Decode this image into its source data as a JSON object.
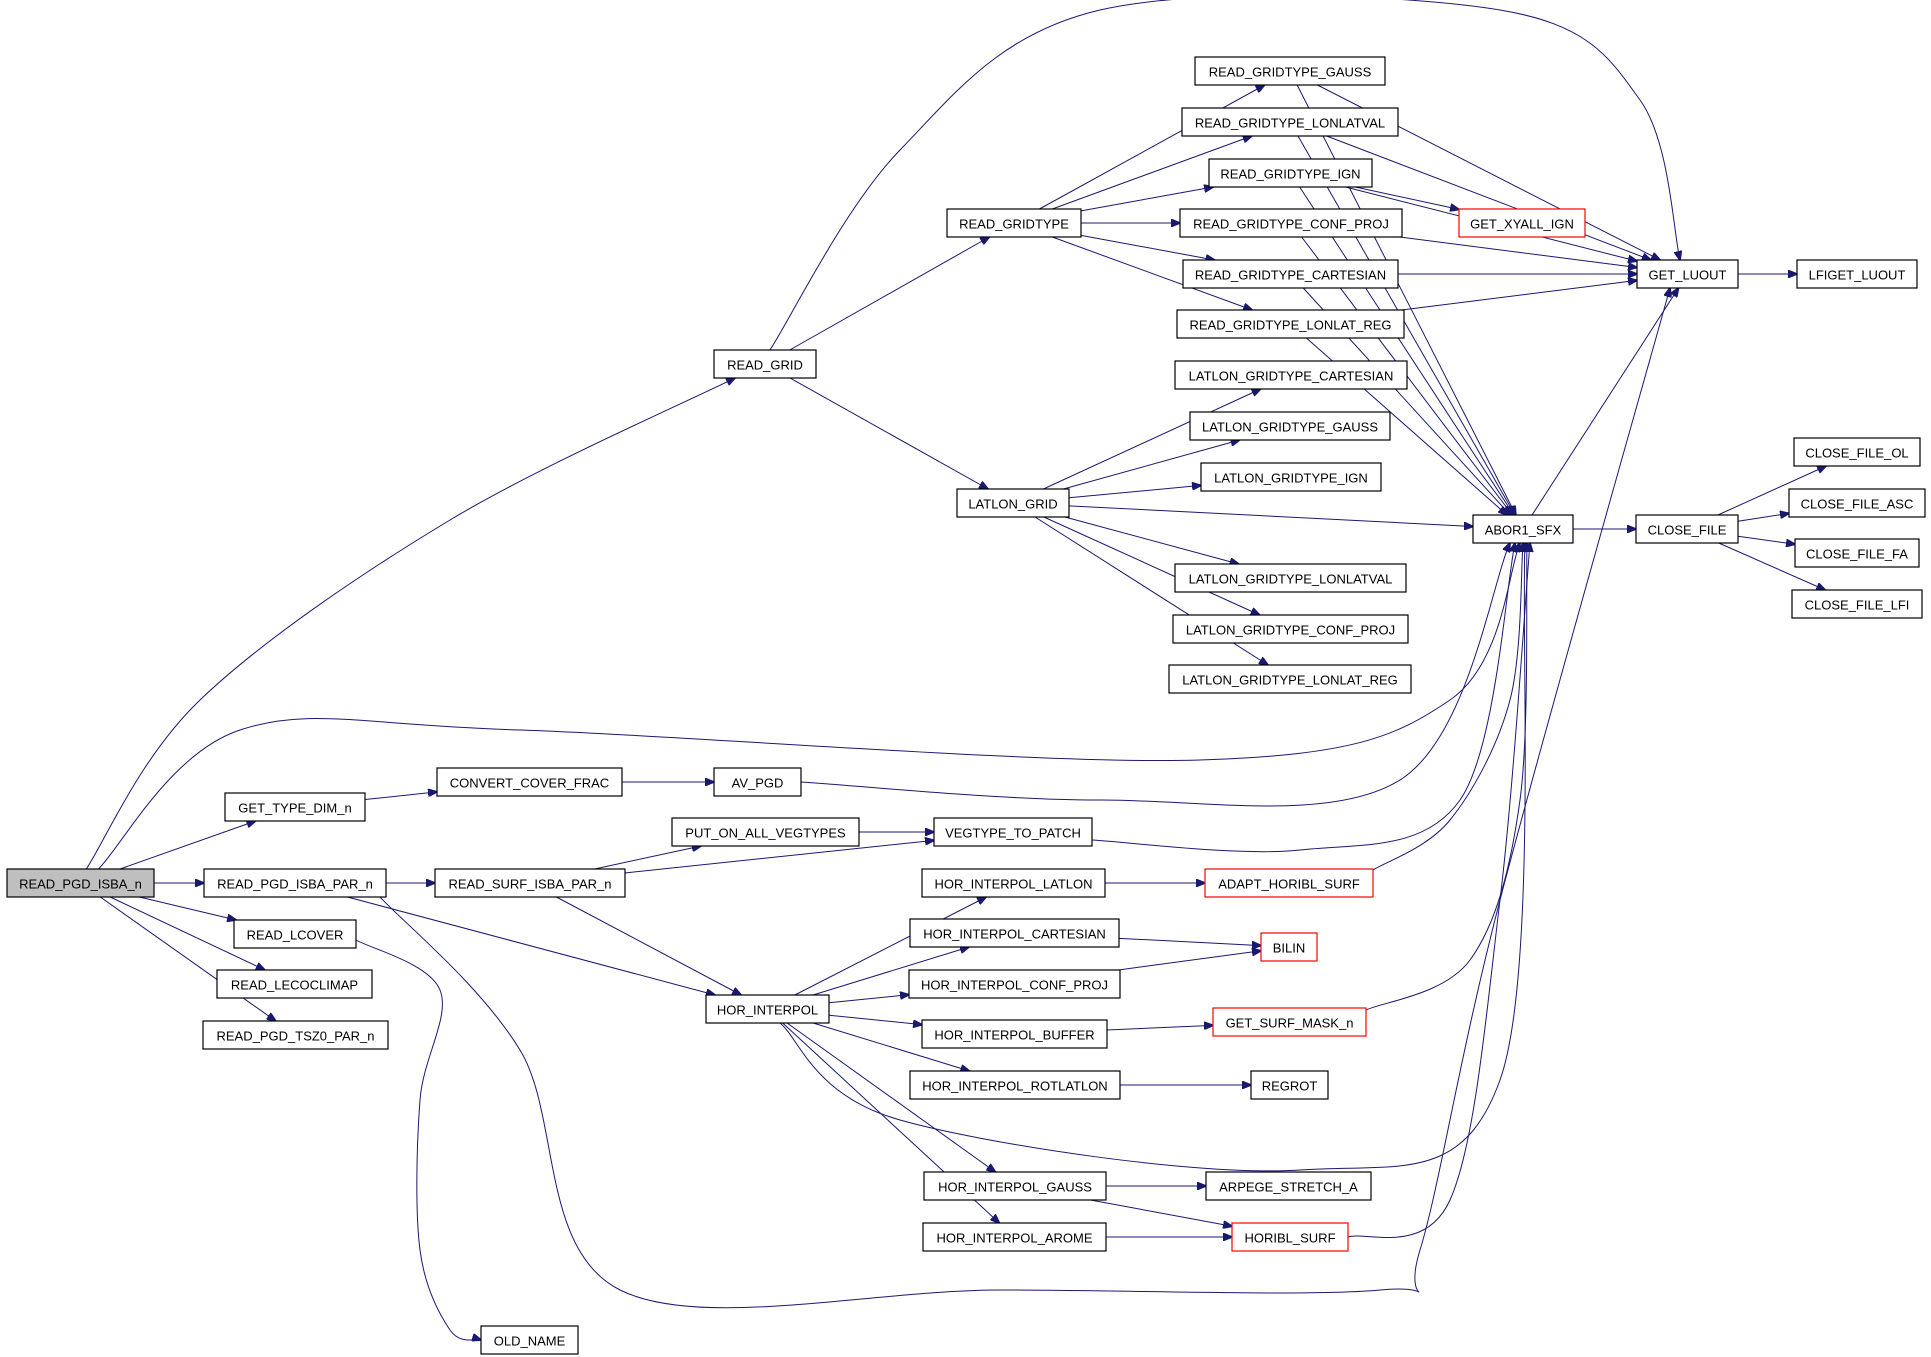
{
  "diagram": {
    "nodes": [
      {
        "id": "READ_PGD_ISBA_n",
        "label": "READ_PGD_ISBA_n",
        "style": "gray"
      },
      {
        "id": "READ_GRID",
        "label": "READ_GRID"
      },
      {
        "id": "GET_TYPE_DIM_n",
        "label": "GET_TYPE_DIM_n"
      },
      {
        "id": "READ_PGD_ISBA_PAR_n",
        "label": "READ_PGD_ISBA_PAR_n"
      },
      {
        "id": "READ_LCOVER",
        "label": "READ_LCOVER"
      },
      {
        "id": "READ_LECOCLIMAP",
        "label": "READ_LECOCLIMAP"
      },
      {
        "id": "READ_PGD_TSZ0_PAR_n",
        "label": "READ_PGD_TSZ0_PAR_n"
      },
      {
        "id": "CONVERT_COVER_FRAC",
        "label": "CONVERT_COVER_FRAC"
      },
      {
        "id": "READ_SURF_ISBA_PAR_n",
        "label": "READ_SURF_ISBA_PAR_n"
      },
      {
        "id": "OLD_NAME",
        "label": "OLD_NAME"
      },
      {
        "id": "PUT_ON_ALL_VEGTYPES",
        "label": "PUT_ON_ALL_VEGTYPES"
      },
      {
        "id": "AV_PGD",
        "label": "AV_PGD"
      },
      {
        "id": "HOR_INTERPOL",
        "label": "HOR_INTERPOL"
      },
      {
        "id": "READ_GRIDTYPE",
        "label": "READ_GRIDTYPE"
      },
      {
        "id": "LATLON_GRID",
        "label": "LATLON_GRID"
      },
      {
        "id": "VEGTYPE_TO_PATCH",
        "label": "VEGTYPE_TO_PATCH"
      },
      {
        "id": "HOR_INTERPOL_LATLON",
        "label": "HOR_INTERPOL_LATLON"
      },
      {
        "id": "HOR_INTERPOL_CARTESIAN",
        "label": "HOR_INTERPOL_CARTESIAN"
      },
      {
        "id": "HOR_INTERPOL_CONF_PROJ",
        "label": "HOR_INTERPOL_CONF_PROJ"
      },
      {
        "id": "HOR_INTERPOL_BUFFER",
        "label": "HOR_INTERPOL_BUFFER"
      },
      {
        "id": "HOR_INTERPOL_ROTLATLON",
        "label": "HOR_INTERPOL_ROTLATLON"
      },
      {
        "id": "HOR_INTERPOL_GAUSS",
        "label": "HOR_INTERPOL_GAUSS"
      },
      {
        "id": "HOR_INTERPOL_AROME",
        "label": "HOR_INTERPOL_AROME"
      },
      {
        "id": "READ_GRIDTYPE_GAUSS",
        "label": "READ_GRIDTYPE_GAUSS"
      },
      {
        "id": "READ_GRIDTYPE_LONLATVAL",
        "label": "READ_GRIDTYPE_LONLATVAL"
      },
      {
        "id": "READ_GRIDTYPE_IGN",
        "label": "READ_GRIDTYPE_IGN"
      },
      {
        "id": "READ_GRIDTYPE_CONF_PROJ",
        "label": "READ_GRIDTYPE_CONF_PROJ"
      },
      {
        "id": "READ_GRIDTYPE_CARTESIAN",
        "label": "READ_GRIDTYPE_CARTESIAN"
      },
      {
        "id": "READ_GRIDTYPE_LONLAT_REG",
        "label": "READ_GRIDTYPE_LONLAT_REG"
      },
      {
        "id": "LATLON_GRIDTYPE_CARTESIAN",
        "label": "LATLON_GRIDTYPE_CARTESIAN"
      },
      {
        "id": "LATLON_GRIDTYPE_GAUSS",
        "label": "LATLON_GRIDTYPE_GAUSS"
      },
      {
        "id": "LATLON_GRIDTYPE_IGN",
        "label": "LATLON_GRIDTYPE_IGN"
      },
      {
        "id": "LATLON_GRIDTYPE_LONLATVAL",
        "label": "LATLON_GRIDTYPE_LONLATVAL"
      },
      {
        "id": "LATLON_GRIDTYPE_CONF_PROJ",
        "label": "LATLON_GRIDTYPE_CONF_PROJ"
      },
      {
        "id": "LATLON_GRIDTYPE_LONLAT_REG",
        "label": "LATLON_GRIDTYPE_LONLAT_REG"
      },
      {
        "id": "ADAPT_HORIBL_SURF",
        "label": "ADAPT_HORIBL_SURF",
        "style": "red"
      },
      {
        "id": "BILIN",
        "label": "BILIN",
        "style": "red"
      },
      {
        "id": "GET_SURF_MASK_n",
        "label": "GET_SURF_MASK_n",
        "style": "red"
      },
      {
        "id": "REGROT",
        "label": "REGROT"
      },
      {
        "id": "ARPEGE_STRETCH_A",
        "label": "ARPEGE_STRETCH_A"
      },
      {
        "id": "HORIBL_SURF",
        "label": "HORIBL_SURF",
        "style": "red"
      },
      {
        "id": "GET_XYALL_IGN",
        "label": "GET_XYALL_IGN",
        "style": "red"
      },
      {
        "id": "ABOR1_SFX",
        "label": "ABOR1_SFX"
      },
      {
        "id": "GET_LUOUT",
        "label": "GET_LUOUT"
      },
      {
        "id": "CLOSE_FILE",
        "label": "CLOSE_FILE"
      },
      {
        "id": "LFIGET_LUOUT",
        "label": "LFIGET_LUOUT"
      },
      {
        "id": "CLOSE_FILE_OL",
        "label": "CLOSE_FILE_OL"
      },
      {
        "id": "CLOSE_FILE_ASC",
        "label": "CLOSE_FILE_ASC"
      },
      {
        "id": "CLOSE_FILE_FA",
        "label": "CLOSE_FILE_FA"
      },
      {
        "id": "CLOSE_FILE_LFI",
        "label": "CLOSE_FILE_LFI"
      }
    ],
    "edges": [
      [
        "READ_PGD_ISBA_n",
        "READ_GRID"
      ],
      [
        "READ_PGD_ISBA_n",
        "GET_TYPE_DIM_n"
      ],
      [
        "READ_PGD_ISBA_n",
        "READ_PGD_ISBA_PAR_n"
      ],
      [
        "READ_PGD_ISBA_n",
        "READ_LCOVER"
      ],
      [
        "READ_PGD_ISBA_n",
        "READ_LECOCLIMAP"
      ],
      [
        "READ_PGD_ISBA_n",
        "READ_PGD_TSZ0_PAR_n"
      ],
      [
        "READ_PGD_ISBA_n",
        "ABOR1_SFX"
      ],
      [
        "GET_TYPE_DIM_n",
        "CONVERT_COVER_FRAC"
      ],
      [
        "CONVERT_COVER_FRAC",
        "AV_PGD"
      ],
      [
        "AV_PGD",
        "ABOR1_SFX"
      ],
      [
        "READ_PGD_ISBA_PAR_n",
        "READ_SURF_ISBA_PAR_n"
      ],
      [
        "READ_PGD_ISBA_PAR_n",
        "HOR_INTERPOL"
      ],
      [
        "READ_PGD_ISBA_PAR_n",
        "GET_LUOUT"
      ],
      [
        "READ_SURF_ISBA_PAR_n",
        "PUT_ON_ALL_VEGTYPES"
      ],
      [
        "READ_SURF_ISBA_PAR_n",
        "VEGTYPE_TO_PATCH"
      ],
      [
        "READ_SURF_ISBA_PAR_n",
        "HOR_INTERPOL"
      ],
      [
        "PUT_ON_ALL_VEGTYPES",
        "VEGTYPE_TO_PATCH"
      ],
      [
        "VEGTYPE_TO_PATCH",
        "ABOR1_SFX"
      ],
      [
        "READ_LCOVER",
        "OLD_NAME"
      ],
      [
        "READ_GRID",
        "READ_GRIDTYPE"
      ],
      [
        "READ_GRID",
        "LATLON_GRID"
      ],
      [
        "READ_GRID",
        "GET_LUOUT"
      ],
      [
        "READ_GRIDTYPE",
        "READ_GRIDTYPE_GAUSS"
      ],
      [
        "READ_GRIDTYPE",
        "READ_GRIDTYPE_LONLATVAL"
      ],
      [
        "READ_GRIDTYPE",
        "READ_GRIDTYPE_IGN"
      ],
      [
        "READ_GRIDTYPE",
        "READ_GRIDTYPE_CONF_PROJ"
      ],
      [
        "READ_GRIDTYPE",
        "READ_GRIDTYPE_CARTESIAN"
      ],
      [
        "READ_GRIDTYPE",
        "READ_GRIDTYPE_LONLAT_REG"
      ],
      [
        "READ_GRIDTYPE_GAUSS",
        "GET_LUOUT"
      ],
      [
        "READ_GRIDTYPE_GAUSS",
        "ABOR1_SFX"
      ],
      [
        "READ_GRIDTYPE_LONLATVAL",
        "GET_LUOUT"
      ],
      [
        "READ_GRIDTYPE_LONLATVAL",
        "ABOR1_SFX"
      ],
      [
        "READ_GRIDTYPE_IGN",
        "GET_LUOUT"
      ],
      [
        "READ_GRIDTYPE_IGN",
        "GET_XYALL_IGN"
      ],
      [
        "READ_GRIDTYPE_IGN",
        "ABOR1_SFX"
      ],
      [
        "READ_GRIDTYPE_CONF_PROJ",
        "GET_LUOUT"
      ],
      [
        "READ_GRIDTYPE_CONF_PROJ",
        "ABOR1_SFX"
      ],
      [
        "READ_GRIDTYPE_CARTESIAN",
        "GET_LUOUT"
      ],
      [
        "READ_GRIDTYPE_CARTESIAN",
        "ABOR1_SFX"
      ],
      [
        "READ_GRIDTYPE_LONLAT_REG",
        "GET_LUOUT"
      ],
      [
        "READ_GRIDTYPE_LONLAT_REG",
        "ABOR1_SFX"
      ],
      [
        "LATLON_GRID",
        "LATLON_GRIDTYPE_CARTESIAN"
      ],
      [
        "LATLON_GRID",
        "LATLON_GRIDTYPE_GAUSS"
      ],
      [
        "LATLON_GRID",
        "LATLON_GRIDTYPE_IGN"
      ],
      [
        "LATLON_GRID",
        "ABOR1_SFX"
      ],
      [
        "LATLON_GRID",
        "LATLON_GRIDTYPE_LONLATVAL"
      ],
      [
        "LATLON_GRID",
        "LATLON_GRIDTYPE_CONF_PROJ"
      ],
      [
        "LATLON_GRID",
        "LATLON_GRIDTYPE_LONLAT_REG"
      ],
      [
        "HOR_INTERPOL",
        "HOR_INTERPOL_LATLON"
      ],
      [
        "HOR_INTERPOL",
        "HOR_INTERPOL_CARTESIAN"
      ],
      [
        "HOR_INTERPOL",
        "HOR_INTERPOL_CONF_PROJ"
      ],
      [
        "HOR_INTERPOL",
        "HOR_INTERPOL_BUFFER"
      ],
      [
        "HOR_INTERPOL",
        "HOR_INTERPOL_ROTLATLON"
      ],
      [
        "HOR_INTERPOL",
        "ABOR1_SFX"
      ],
      [
        "HOR_INTERPOL",
        "HOR_INTERPOL_GAUSS"
      ],
      [
        "HOR_INTERPOL",
        "HOR_INTERPOL_AROME"
      ],
      [
        "HOR_INTERPOL_LATLON",
        "ADAPT_HORIBL_SURF"
      ],
      [
        "ADAPT_HORIBL_SURF",
        "ABOR1_SFX"
      ],
      [
        "HOR_INTERPOL_CARTESIAN",
        "BILIN"
      ],
      [
        "HOR_INTERPOL_CONF_PROJ",
        "BILIN"
      ],
      [
        "HOR_INTERPOL_BUFFER",
        "GET_SURF_MASK_n"
      ],
      [
        "GET_SURF_MASK_n",
        "ABOR1_SFX"
      ],
      [
        "HOR_INTERPOL_ROTLATLON",
        "REGROT"
      ],
      [
        "HOR_INTERPOL_GAUSS",
        "ARPEGE_STRETCH_A"
      ],
      [
        "HOR_INTERPOL_GAUSS",
        "HORIBL_SURF"
      ],
      [
        "HOR_INTERPOL_AROME",
        "HORIBL_SURF"
      ],
      [
        "HORIBL_SURF",
        "ABOR1_SFX"
      ],
      [
        "ABOR1_SFX",
        "GET_LUOUT"
      ],
      [
        "ABOR1_SFX",
        "CLOSE_FILE"
      ],
      [
        "GET_LUOUT",
        "LFIGET_LUOUT"
      ],
      [
        "CLOSE_FILE",
        "CLOSE_FILE_OL"
      ],
      [
        "CLOSE_FILE",
        "CLOSE_FILE_ASC"
      ],
      [
        "CLOSE_FILE",
        "CLOSE_FILE_FA"
      ],
      [
        "CLOSE_FILE",
        "CLOSE_FILE_LFI"
      ]
    ]
  }
}
